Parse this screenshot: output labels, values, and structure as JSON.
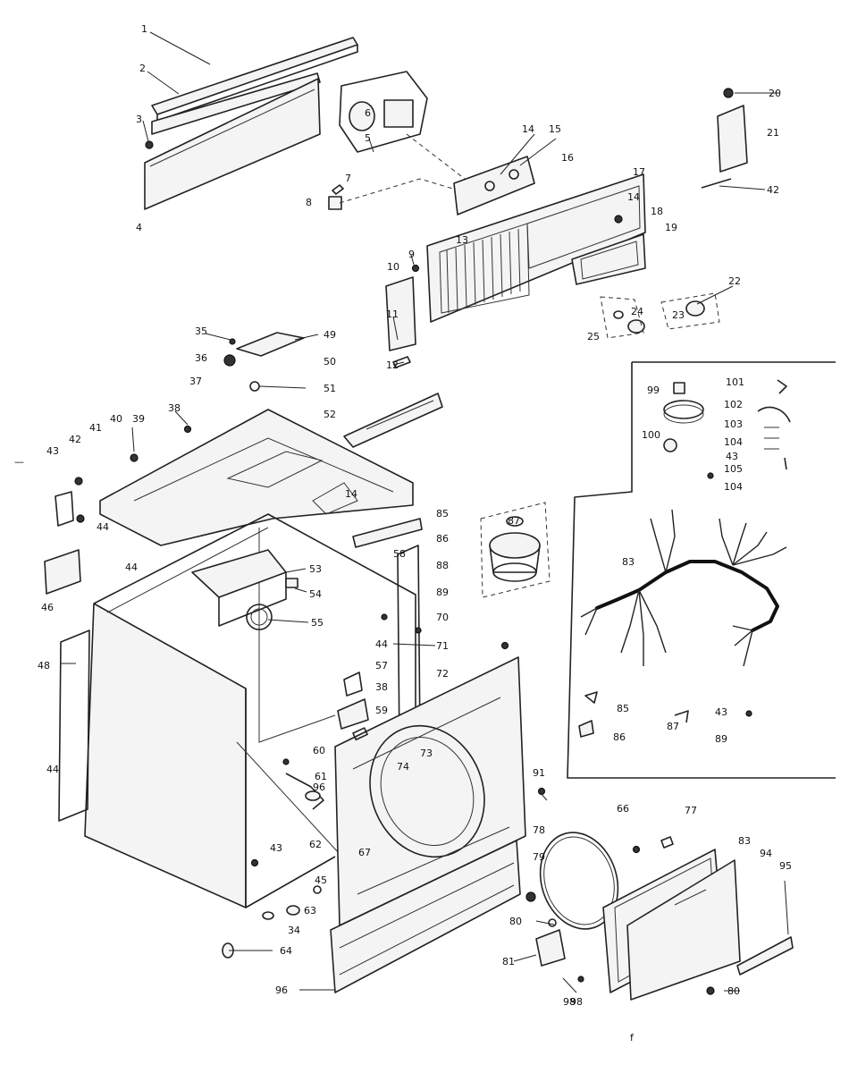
{
  "callouts": [
    {
      "id": "c1",
      "label": "1"
    },
    {
      "id": "c2",
      "label": "2"
    },
    {
      "id": "c3",
      "label": "3"
    },
    {
      "id": "c4",
      "label": "4"
    },
    {
      "id": "c5",
      "label": "5"
    },
    {
      "id": "c6",
      "label": "6"
    },
    {
      "id": "c7",
      "label": "7"
    },
    {
      "id": "c8",
      "label": "8"
    },
    {
      "id": "c9",
      "label": "9"
    },
    {
      "id": "c10",
      "label": "10"
    },
    {
      "id": "c11",
      "label": "11"
    },
    {
      "id": "c12",
      "label": "12"
    },
    {
      "id": "c13",
      "label": "13"
    },
    {
      "id": "c14a",
      "label": "14"
    },
    {
      "id": "c15",
      "label": "15"
    },
    {
      "id": "c16",
      "label": "16"
    },
    {
      "id": "c17",
      "label": "17"
    },
    {
      "id": "c14b",
      "label": "14"
    },
    {
      "id": "c18",
      "label": "18"
    },
    {
      "id": "c19",
      "label": "19"
    },
    {
      "id": "c20",
      "label": "20"
    },
    {
      "id": "c21",
      "label": "21"
    },
    {
      "id": "c42a",
      "label": "42"
    },
    {
      "id": "c22",
      "label": "22"
    },
    {
      "id": "c24",
      "label": "24"
    },
    {
      "id": "c23",
      "label": "23"
    },
    {
      "id": "c25",
      "label": "25"
    },
    {
      "id": "c35",
      "label": "35"
    },
    {
      "id": "c49",
      "label": "49"
    },
    {
      "id": "c36",
      "label": "36"
    },
    {
      "id": "c50",
      "label": "50"
    },
    {
      "id": "c37",
      "label": "37"
    },
    {
      "id": "c51",
      "label": "51"
    },
    {
      "id": "c52",
      "label": "52"
    },
    {
      "id": "c38a",
      "label": "38"
    },
    {
      "id": "c40",
      "label": "40"
    },
    {
      "id": "c39",
      "label": "39"
    },
    {
      "id": "c41",
      "label": "41"
    },
    {
      "id": "c42b",
      "label": "42"
    },
    {
      "id": "c43a",
      "label": "43"
    },
    {
      "id": "c14c",
      "label": "14"
    },
    {
      "id": "c85",
      "label": "85"
    },
    {
      "id": "c58",
      "label": "58"
    },
    {
      "id": "c86a",
      "label": "86"
    },
    {
      "id": "c44a",
      "label": "44"
    },
    {
      "id": "c44b",
      "label": "44"
    },
    {
      "id": "c46",
      "label": "46"
    },
    {
      "id": "c53",
      "label": "53"
    },
    {
      "id": "c54",
      "label": "54"
    },
    {
      "id": "c55",
      "label": "55"
    },
    {
      "id": "c88",
      "label": "88"
    },
    {
      "id": "c89",
      "label": "89"
    },
    {
      "id": "c70",
      "label": "70"
    },
    {
      "id": "c44c",
      "label": "44"
    },
    {
      "id": "c71",
      "label": "71"
    },
    {
      "id": "c72",
      "label": "72"
    },
    {
      "id": "c48",
      "label": "48"
    },
    {
      "id": "c57",
      "label": "57"
    },
    {
      "id": "c38b",
      "label": "38"
    },
    {
      "id": "c59",
      "label": "59"
    },
    {
      "id": "c44d",
      "label": "44"
    },
    {
      "id": "c60",
      "label": "60"
    },
    {
      "id": "c61",
      "label": "61"
    },
    {
      "id": "c96a",
      "label": "96"
    },
    {
      "id": "c73",
      "label": "73"
    },
    {
      "id": "c74",
      "label": "74"
    },
    {
      "id": "c91",
      "label": "91"
    },
    {
      "id": "c62",
      "label": "62"
    },
    {
      "id": "c43b",
      "label": "43"
    },
    {
      "id": "c67",
      "label": "67"
    },
    {
      "id": "c45",
      "label": "45"
    },
    {
      "id": "c63",
      "label": "63"
    },
    {
      "id": "c34",
      "label": "34"
    },
    {
      "id": "c64",
      "label": "64"
    },
    {
      "id": "c98a",
      "label": "98"
    },
    {
      "id": "c96b",
      "label": "96"
    },
    {
      "id": "c87a",
      "label": "87"
    },
    {
      "id": "c101",
      "label": "101"
    },
    {
      "id": "c99",
      "label": "99"
    },
    {
      "id": "c102",
      "label": "102"
    },
    {
      "id": "c103",
      "label": "103"
    },
    {
      "id": "c100",
      "label": "100"
    },
    {
      "id": "c104a",
      "label": "104"
    },
    {
      "id": "c43c",
      "label": "43"
    },
    {
      "id": "c105",
      "label": "105"
    },
    {
      "id": "c104b",
      "label": "104"
    },
    {
      "id": "c83a",
      "label": "83"
    },
    {
      "id": "c85b",
      "label": "85"
    },
    {
      "id": "c87b",
      "label": "87"
    },
    {
      "id": "c43d",
      "label": "43"
    },
    {
      "id": "c86b",
      "label": "86"
    },
    {
      "id": "c89b",
      "label": "89"
    },
    {
      "id": "c66",
      "label": "66"
    },
    {
      "id": "c77",
      "label": "77"
    },
    {
      "id": "c78",
      "label": "78"
    },
    {
      "id": "c79",
      "label": "79"
    },
    {
      "id": "c83b",
      "label": "83"
    },
    {
      "id": "c94",
      "label": "94"
    },
    {
      "id": "c95",
      "label": "95"
    },
    {
      "id": "c80a",
      "label": "80"
    },
    {
      "id": "c81",
      "label": "81"
    },
    {
      "id": "c98b",
      "label": "98"
    },
    {
      "id": "c80b",
      "label": "80"
    },
    {
      "id": "cf",
      "label": "f"
    },
    {
      "id": "cmark",
      "label": "—"
    }
  ]
}
